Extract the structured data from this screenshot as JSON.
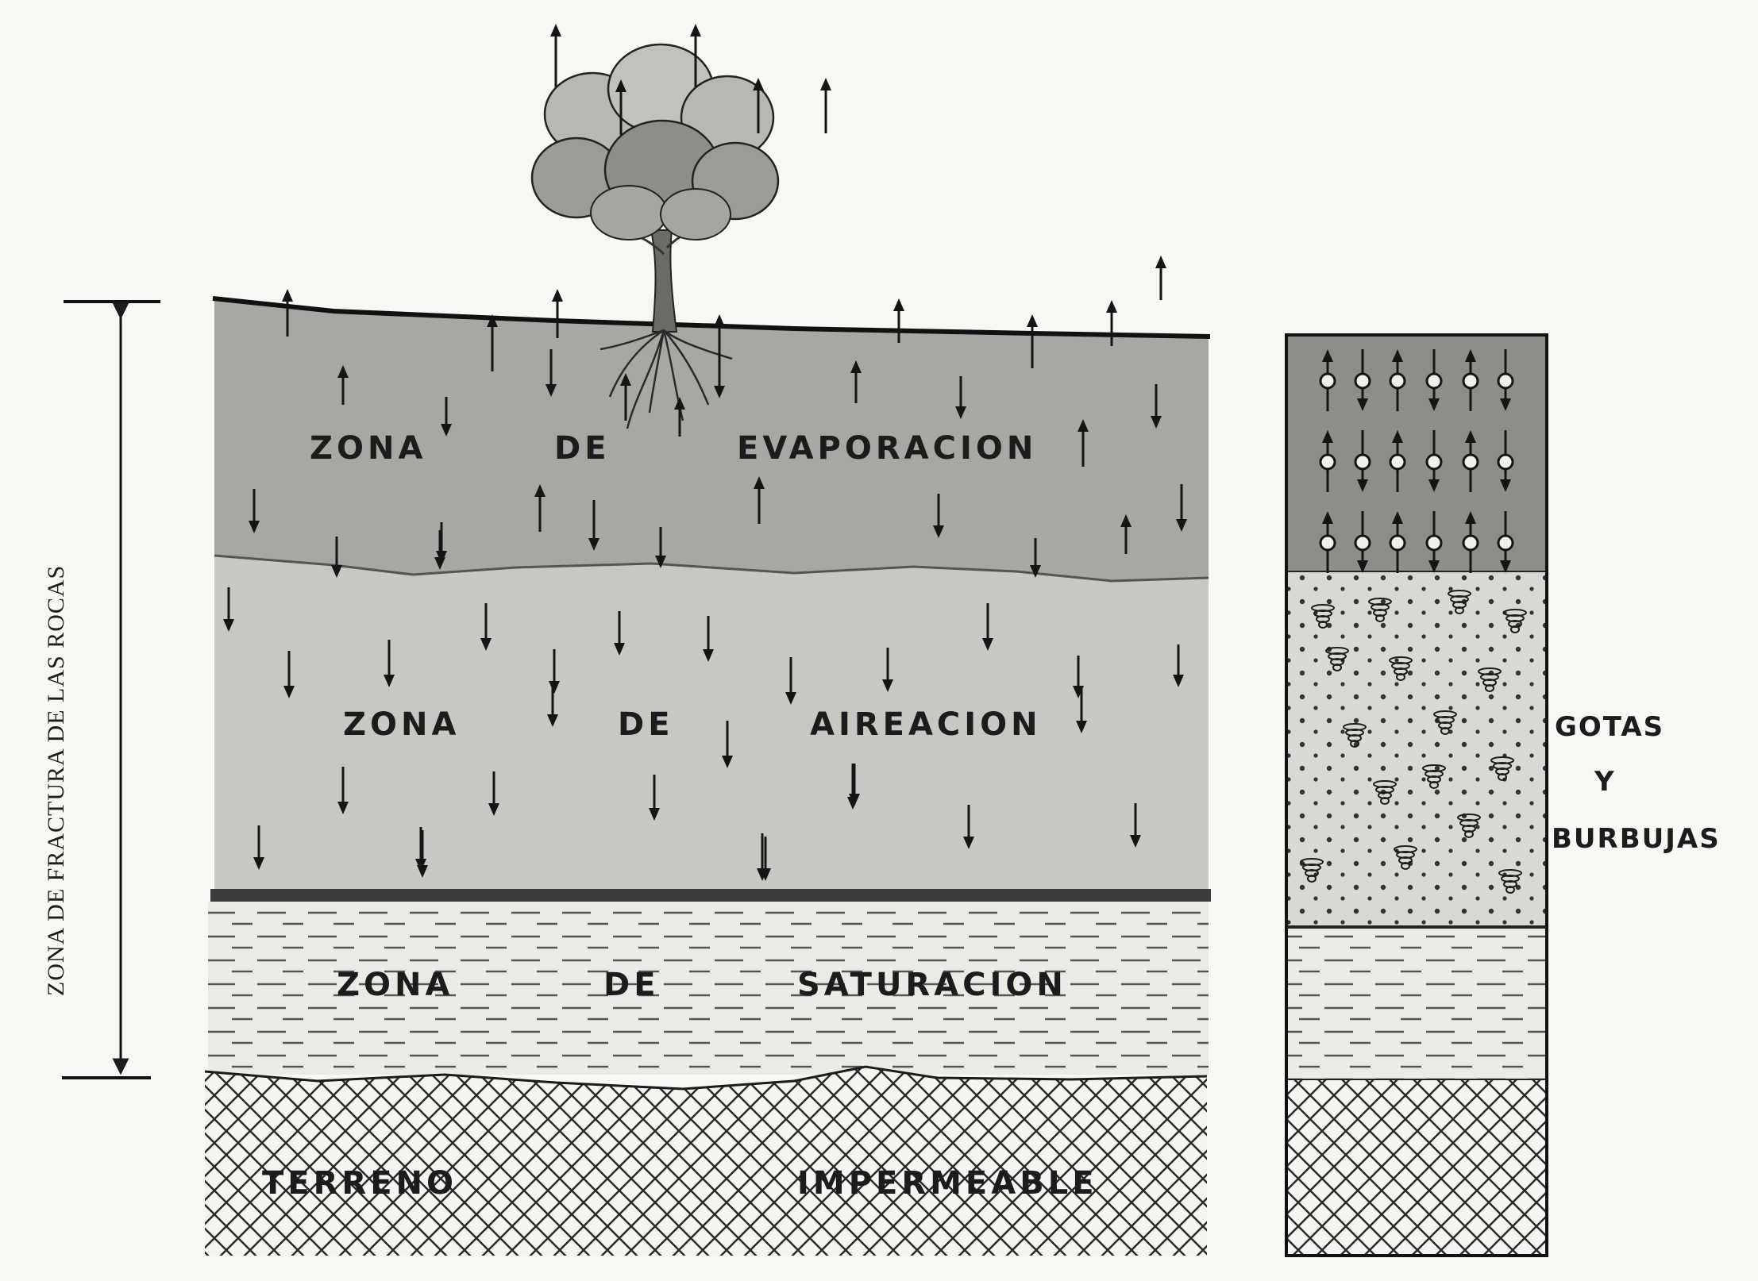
{
  "vertical_label": "ZONA DE FRACTURA DE LAS ROCAS",
  "zones": {
    "evaporation": {
      "words": [
        "ZONA",
        "DE",
        "EVAPORACION"
      ]
    },
    "aeration": {
      "words": [
        "ZONA",
        "DE",
        "AIREACION"
      ]
    },
    "saturation": {
      "words": [
        "ZONA",
        "DE",
        "SATURACION"
      ]
    },
    "impermeable": {
      "words": [
        "TERRENO",
        "IMPERMEABLE"
      ]
    }
  },
  "side_labels": [
    "GOTAS",
    "Y",
    "BURBUJAS"
  ],
  "icons": {
    "tree": "tree-icon",
    "up_arrow": "arrow-up-icon",
    "down_arrow": "arrow-down-icon",
    "droplet": "droplet-icon",
    "bubble": "bubble-icon"
  }
}
